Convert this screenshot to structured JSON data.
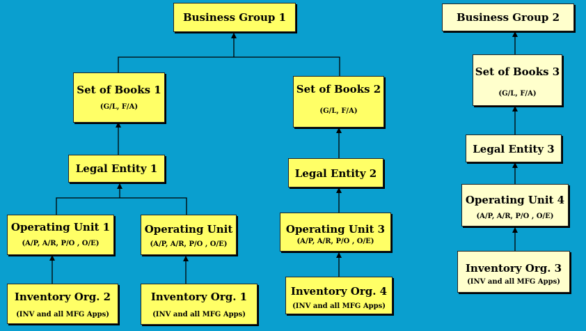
{
  "nodes": {
    "bg1": {
      "title": "Business Group 1"
    },
    "bg2": {
      "title": "Business Group 2"
    },
    "sob1": {
      "title": "Set of Books 1",
      "sub": "(G/L, F/A)"
    },
    "sob2": {
      "title": "Set of Books 2",
      "sub": "(G/L, F/A)"
    },
    "sob3": {
      "title": "Set of Books 3",
      "sub": "(G/L, F/A)"
    },
    "le1": {
      "title": "Legal Entity 1"
    },
    "le2": {
      "title": "Legal Entity 2"
    },
    "le3": {
      "title": "Legal Entity 3"
    },
    "ou1": {
      "title": "Operating Unit 1",
      "sub": "(A/P, A/R, P/O ,  O/E)"
    },
    "ou2": {
      "title": "Operating Unit",
      "sub": "(A/P, A/R, P/O ,  O/E)"
    },
    "ou3": {
      "title": "Operating Unit 3",
      "sub": "(A/P, A/R, P/O ,  O/E)"
    },
    "ou4": {
      "title": "Operating Unit 4",
      "sub": "(A/P, A/R, P/O ,  O/E)"
    },
    "io2": {
      "title": "Inventory Org. 2",
      "sub": "(INV and all MFG Apps)"
    },
    "io1": {
      "title": "Inventory Org. 1",
      "sub": "(INV and all MFG Apps)"
    },
    "io4": {
      "title": "Inventory Org. 4",
      "sub": "(INV and all MFG Apps)"
    },
    "io3": {
      "title": "Inventory Org. 3",
      "sub": "(INV and all MFG Apps)"
    }
  },
  "colors": {
    "background": "#0a9fcf",
    "box": "#ffff66",
    "box_pale": "#ffffcc",
    "line": "#000000"
  }
}
